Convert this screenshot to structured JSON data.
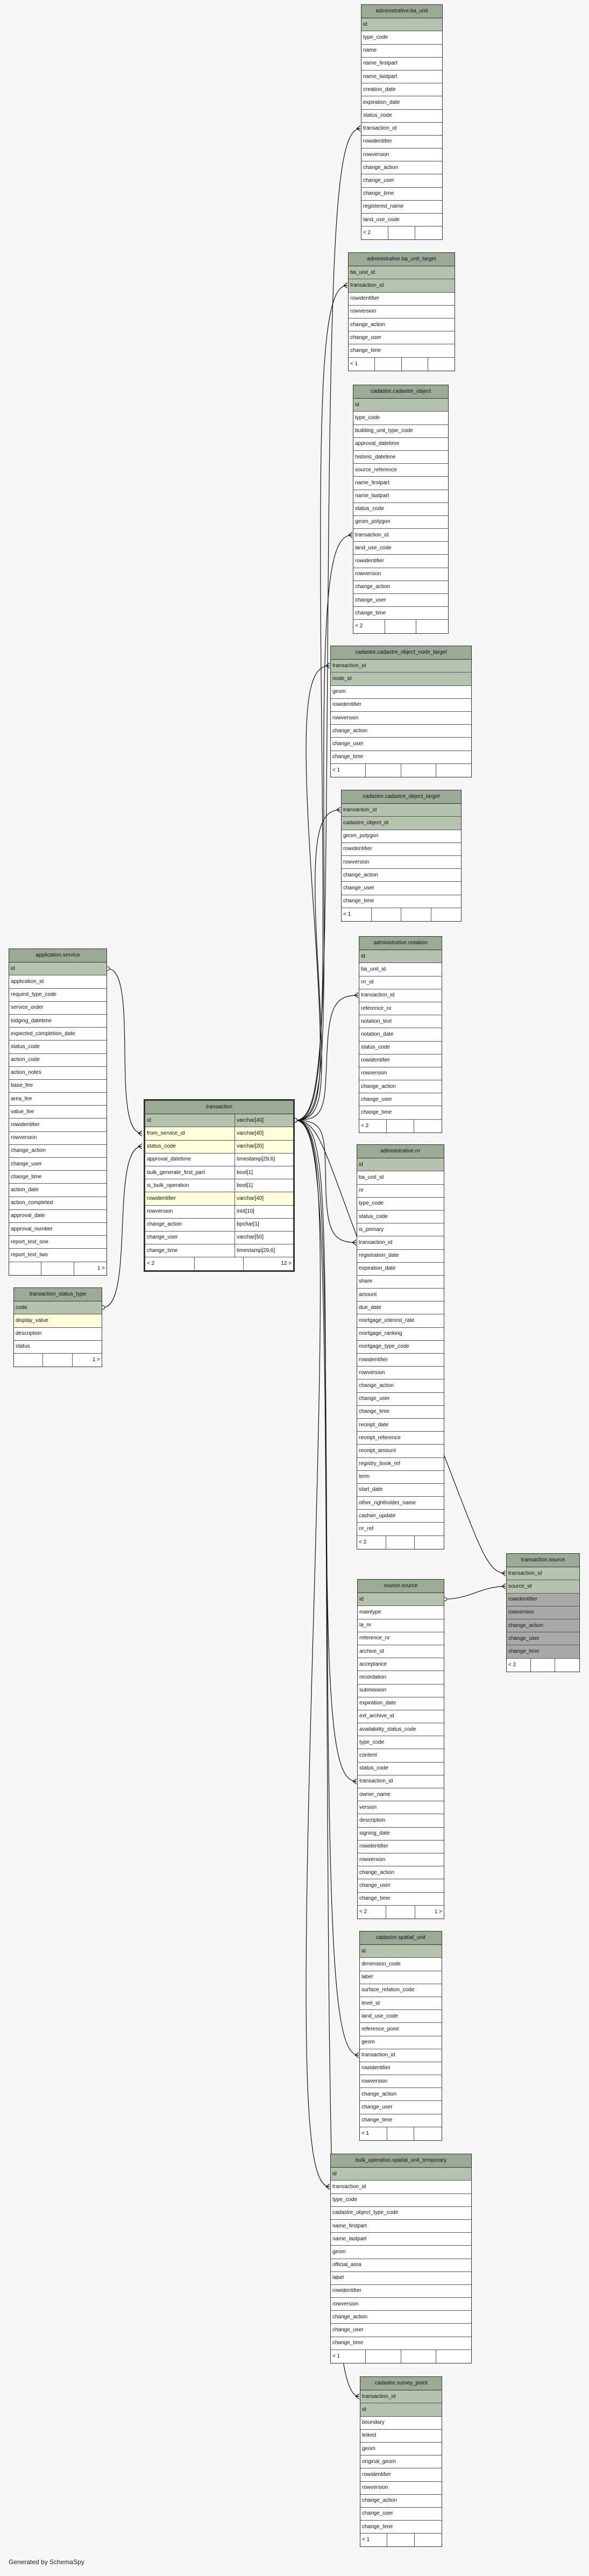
{
  "credit": "Generated by SchemaSpy",
  "colors": {
    "header": "#9aaa94",
    "pk": "#b5c3ae",
    "fk": "#ffffdc",
    "dark": "#a9a9a9"
  },
  "tables": {
    "transaction": {
      "name": "transaction",
      "columns": [
        {
          "name": "id",
          "type": "varchar[40]",
          "kind": "pk"
        },
        {
          "name": "from_service_id",
          "type": "varchar[40]",
          "kind": "fk"
        },
        {
          "name": "status_code",
          "type": "varchar[20]",
          "kind": "fk"
        },
        {
          "name": "approval_datetime",
          "type": "timestamp[29,6]",
          "kind": ""
        },
        {
          "name": "bulk_generate_first_part",
          "type": "bool[1]",
          "kind": ""
        },
        {
          "name": "is_bulk_operation",
          "type": "bool[1]",
          "kind": ""
        },
        {
          "name": "rowidentifier",
          "type": "varchar[40]",
          "kind": "fk"
        },
        {
          "name": "rowversion",
          "type": "int4[10]",
          "kind": ""
        },
        {
          "name": "change_action",
          "type": "bpchar[1]",
          "kind": ""
        },
        {
          "name": "change_user",
          "type": "varchar[50]",
          "kind": ""
        },
        {
          "name": "change_time",
          "type": "timestamp[29,6]",
          "kind": ""
        }
      ],
      "footer": [
        "< 2",
        "",
        "12 >"
      ]
    },
    "application_service": {
      "name": "application.service",
      "columns": [
        {
          "name": "id",
          "kind": "pk"
        },
        {
          "name": "application_id",
          "kind": ""
        },
        {
          "name": "request_type_code",
          "kind": ""
        },
        {
          "name": "service_order",
          "kind": ""
        },
        {
          "name": "lodging_datetime",
          "kind": ""
        },
        {
          "name": "expected_completion_date",
          "kind": ""
        },
        {
          "name": "status_code",
          "kind": ""
        },
        {
          "name": "action_code",
          "kind": ""
        },
        {
          "name": "action_notes",
          "kind": ""
        },
        {
          "name": "base_fee",
          "kind": ""
        },
        {
          "name": "area_fee",
          "kind": ""
        },
        {
          "name": "value_fee",
          "kind": ""
        },
        {
          "name": "rowidentifier",
          "kind": ""
        },
        {
          "name": "rowversion",
          "kind": ""
        },
        {
          "name": "change_action",
          "kind": ""
        },
        {
          "name": "change_user",
          "kind": ""
        },
        {
          "name": "change_time",
          "kind": ""
        },
        {
          "name": "action_date",
          "kind": ""
        },
        {
          "name": "action_completed",
          "kind": ""
        },
        {
          "name": "approval_date",
          "kind": ""
        },
        {
          "name": "approval_number",
          "kind": ""
        },
        {
          "name": "report_text_one",
          "kind": ""
        },
        {
          "name": "report_text_two",
          "kind": ""
        }
      ],
      "footer": [
        "",
        "",
        "1 >"
      ]
    },
    "transaction_status_type": {
      "name": "transaction_status_type",
      "columns": [
        {
          "name": "code",
          "kind": "pk"
        },
        {
          "name": "display_value",
          "kind": "fk"
        },
        {
          "name": "description",
          "kind": ""
        },
        {
          "name": "status",
          "kind": ""
        }
      ],
      "footer": [
        "",
        "",
        "1 >"
      ]
    },
    "administrative_ba_unit": {
      "name": "administrative.ba_unit",
      "columns": [
        {
          "name": "id",
          "kind": "pk"
        },
        {
          "name": "type_code",
          "kind": ""
        },
        {
          "name": "name",
          "kind": ""
        },
        {
          "name": "name_firstpart",
          "kind": ""
        },
        {
          "name": "name_lastpart",
          "kind": ""
        },
        {
          "name": "creation_date",
          "kind": ""
        },
        {
          "name": "expiration_date",
          "kind": ""
        },
        {
          "name": "status_code",
          "kind": ""
        },
        {
          "name": "transaction_id",
          "kind": ""
        },
        {
          "name": "rowidentifier",
          "kind": ""
        },
        {
          "name": "rowversion",
          "kind": ""
        },
        {
          "name": "change_action",
          "kind": ""
        },
        {
          "name": "change_user",
          "kind": ""
        },
        {
          "name": "change_time",
          "kind": ""
        },
        {
          "name": "registered_name",
          "kind": ""
        },
        {
          "name": "land_use_code",
          "kind": ""
        }
      ],
      "footer": [
        "< 2",
        "",
        ""
      ]
    },
    "administrative_ba_unit_target": {
      "name": "administrative.ba_unit_target",
      "columns": [
        {
          "name": "ba_unit_id",
          "kind": "pk"
        },
        {
          "name": "transaction_id",
          "kind": "pk"
        },
        {
          "name": "rowidentifier",
          "kind": ""
        },
        {
          "name": "rowversion",
          "kind": ""
        },
        {
          "name": "change_action",
          "kind": ""
        },
        {
          "name": "change_user",
          "kind": ""
        },
        {
          "name": "change_time",
          "kind": ""
        }
      ],
      "footer": [
        "< 1",
        "",
        "",
        ""
      ]
    },
    "cadastre_cadastre_object": {
      "name": "cadastre.cadastre_object",
      "columns": [
        {
          "name": "id",
          "kind": "pk"
        },
        {
          "name": "type_code",
          "kind": ""
        },
        {
          "name": "building_unit_type_code",
          "kind": ""
        },
        {
          "name": "approval_datetime",
          "kind": ""
        },
        {
          "name": "historic_datetime",
          "kind": ""
        },
        {
          "name": "source_reference",
          "kind": ""
        },
        {
          "name": "name_firstpart",
          "kind": ""
        },
        {
          "name": "name_lastpart",
          "kind": ""
        },
        {
          "name": "status_code",
          "kind": ""
        },
        {
          "name": "geom_polygon",
          "kind": ""
        },
        {
          "name": "transaction_id",
          "kind": ""
        },
        {
          "name": "land_use_code",
          "kind": ""
        },
        {
          "name": "rowidentifier",
          "kind": ""
        },
        {
          "name": "rowversion",
          "kind": ""
        },
        {
          "name": "change_action",
          "kind": ""
        },
        {
          "name": "change_user",
          "kind": ""
        },
        {
          "name": "change_time",
          "kind": ""
        }
      ],
      "footer": [
        "< 2",
        "",
        ""
      ]
    },
    "cadastre_cadastre_object_node_target": {
      "name": "cadastre.cadastre_object_node_target",
      "columns": [
        {
          "name": "transaction_id",
          "kind": "pk"
        },
        {
          "name": "node_id",
          "kind": "pk"
        },
        {
          "name": "geom",
          "kind": ""
        },
        {
          "name": "rowidentifier",
          "kind": ""
        },
        {
          "name": "rowversion",
          "kind": ""
        },
        {
          "name": "change_action",
          "kind": ""
        },
        {
          "name": "change_user",
          "kind": ""
        },
        {
          "name": "change_time",
          "kind": ""
        }
      ],
      "footer": [
        "< 1",
        "",
        "",
        ""
      ]
    },
    "cadastre_cadastre_object_target": {
      "name": "cadastre.cadastre_object_target",
      "columns": [
        {
          "name": "transaction_id",
          "kind": "pk"
        },
        {
          "name": "cadastre_object_id",
          "kind": "pk"
        },
        {
          "name": "geom_polygon",
          "kind": ""
        },
        {
          "name": "rowidentifier",
          "kind": ""
        },
        {
          "name": "rowversion",
          "kind": ""
        },
        {
          "name": "change_action",
          "kind": ""
        },
        {
          "name": "change_user",
          "kind": ""
        },
        {
          "name": "change_time",
          "kind": ""
        }
      ],
      "footer": [
        "< 1",
        "",
        "",
        ""
      ]
    },
    "administrative_notation": {
      "name": "administrative.notation",
      "columns": [
        {
          "name": "id",
          "kind": "pk"
        },
        {
          "name": "ba_unit_id",
          "kind": ""
        },
        {
          "name": "rrr_id",
          "kind": ""
        },
        {
          "name": "transaction_id",
          "kind": ""
        },
        {
          "name": "reference_nr",
          "kind": ""
        },
        {
          "name": "notation_text",
          "kind": ""
        },
        {
          "name": "notation_date",
          "kind": ""
        },
        {
          "name": "status_code",
          "kind": ""
        },
        {
          "name": "rowidentifier",
          "kind": ""
        },
        {
          "name": "rowversion",
          "kind": ""
        },
        {
          "name": "change_action",
          "kind": ""
        },
        {
          "name": "change_user",
          "kind": ""
        },
        {
          "name": "change_time",
          "kind": ""
        }
      ],
      "footer": [
        "< 2",
        "",
        ""
      ]
    },
    "administrative_rrr": {
      "name": "administrative.rrr",
      "columns": [
        {
          "name": "id",
          "kind": "pk"
        },
        {
          "name": "ba_unit_id",
          "kind": ""
        },
        {
          "name": "nr",
          "kind": ""
        },
        {
          "name": "type_code",
          "kind": ""
        },
        {
          "name": "status_code",
          "kind": ""
        },
        {
          "name": "is_primary",
          "kind": ""
        },
        {
          "name": "transaction_id",
          "kind": ""
        },
        {
          "name": "registration_date",
          "kind": ""
        },
        {
          "name": "expiration_date",
          "kind": ""
        },
        {
          "name": "share",
          "kind": ""
        },
        {
          "name": "amount",
          "kind": ""
        },
        {
          "name": "due_date",
          "kind": ""
        },
        {
          "name": "mortgage_interest_rate",
          "kind": ""
        },
        {
          "name": "mortgage_ranking",
          "kind": ""
        },
        {
          "name": "mortgage_type_code",
          "kind": ""
        },
        {
          "name": "rowidentifier",
          "kind": ""
        },
        {
          "name": "rowversion",
          "kind": ""
        },
        {
          "name": "change_action",
          "kind": ""
        },
        {
          "name": "change_user",
          "kind": ""
        },
        {
          "name": "change_time",
          "kind": ""
        },
        {
          "name": "receipt_date",
          "kind": ""
        },
        {
          "name": "receipt_reference",
          "kind": ""
        },
        {
          "name": "receipt_amount",
          "kind": ""
        },
        {
          "name": "registry_book_ref",
          "kind": ""
        },
        {
          "name": "term",
          "kind": ""
        },
        {
          "name": "start_date",
          "kind": ""
        },
        {
          "name": "other_rightholder_name",
          "kind": ""
        },
        {
          "name": "cashier_update",
          "kind": ""
        },
        {
          "name": "rrr_ref",
          "kind": ""
        }
      ],
      "footer": [
        "< 2",
        "",
        ""
      ]
    },
    "transaction_source": {
      "name": "transaction.source",
      "columns": [
        {
          "name": "transaction_id",
          "kind": "pk"
        },
        {
          "name": "source_id",
          "kind": "pk"
        },
        {
          "name": "rowidentifier",
          "kind": "dark"
        },
        {
          "name": "rowversion",
          "kind": "dark"
        },
        {
          "name": "change_action",
          "kind": "dark"
        },
        {
          "name": "change_user",
          "kind": "dark"
        },
        {
          "name": "change_time",
          "kind": "dark"
        }
      ],
      "footer": [
        "< 2",
        "",
        ""
      ]
    },
    "source_source": {
      "name": "source.source",
      "columns": [
        {
          "name": "id",
          "kind": "pk"
        },
        {
          "name": "maintype",
          "kind": ""
        },
        {
          "name": "la_nr",
          "kind": ""
        },
        {
          "name": "reference_nr",
          "kind": ""
        },
        {
          "name": "archive_id",
          "kind": ""
        },
        {
          "name": "acceptance",
          "kind": ""
        },
        {
          "name": "recordation",
          "kind": ""
        },
        {
          "name": "submission",
          "kind": ""
        },
        {
          "name": "expiration_date",
          "kind": ""
        },
        {
          "name": "ext_archive_id",
          "kind": ""
        },
        {
          "name": "availability_status_code",
          "kind": ""
        },
        {
          "name": "type_code",
          "kind": ""
        },
        {
          "name": "content",
          "kind": ""
        },
        {
          "name": "status_code",
          "kind": ""
        },
        {
          "name": "transaction_id",
          "kind": ""
        },
        {
          "name": "owner_name",
          "kind": ""
        },
        {
          "name": "version",
          "kind": ""
        },
        {
          "name": "description",
          "kind": ""
        },
        {
          "name": "signing_date",
          "kind": ""
        },
        {
          "name": "rowidentifier",
          "kind": ""
        },
        {
          "name": "rowversion",
          "kind": ""
        },
        {
          "name": "change_action",
          "kind": ""
        },
        {
          "name": "change_user",
          "kind": ""
        },
        {
          "name": "change_time",
          "kind": ""
        }
      ],
      "footer": [
        "< 2",
        "",
        "1 >"
      ]
    },
    "cadastre_spatial_unit": {
      "name": "cadastre.spatial_unit",
      "columns": [
        {
          "name": "id",
          "kind": "pk"
        },
        {
          "name": "dimension_code",
          "kind": ""
        },
        {
          "name": "label",
          "kind": ""
        },
        {
          "name": "surface_relation_code",
          "kind": ""
        },
        {
          "name": "level_id",
          "kind": ""
        },
        {
          "name": "land_use_code",
          "kind": ""
        },
        {
          "name": "reference_point",
          "kind": ""
        },
        {
          "name": "geom",
          "kind": ""
        },
        {
          "name": "transaction_id",
          "kind": ""
        },
        {
          "name": "rowidentifier",
          "kind": ""
        },
        {
          "name": "rowversion",
          "kind": ""
        },
        {
          "name": "change_action",
          "kind": ""
        },
        {
          "name": "change_user",
          "kind": ""
        },
        {
          "name": "change_time",
          "kind": ""
        }
      ],
      "footer": [
        "< 1",
        "",
        ""
      ]
    },
    "bulk_operation_spatial_unit_temporary": {
      "name": "bulk_operation.spatial_unit_temporary",
      "columns": [
        {
          "name": "id",
          "kind": "pk"
        },
        {
          "name": "transaction_id",
          "kind": ""
        },
        {
          "name": "type_code",
          "kind": ""
        },
        {
          "name": "cadastre_object_type_code",
          "kind": ""
        },
        {
          "name": "name_firstpart",
          "kind": ""
        },
        {
          "name": "name_lastpart",
          "kind": ""
        },
        {
          "name": "geom",
          "kind": ""
        },
        {
          "name": "official_area",
          "kind": ""
        },
        {
          "name": "label",
          "kind": ""
        },
        {
          "name": "rowidentifier",
          "kind": ""
        },
        {
          "name": "rowversion",
          "kind": ""
        },
        {
          "name": "change_action",
          "kind": ""
        },
        {
          "name": "change_user",
          "kind": ""
        },
        {
          "name": "change_time",
          "kind": ""
        }
      ],
      "footer": [
        "< 1",
        "",
        "",
        ""
      ]
    },
    "cadastre_survey_point": {
      "name": "cadastre.survey_point",
      "columns": [
        {
          "name": "transaction_id",
          "kind": "pk"
        },
        {
          "name": "id",
          "kind": "pk"
        },
        {
          "name": "boundary",
          "kind": ""
        },
        {
          "name": "linked",
          "kind": ""
        },
        {
          "name": "geom",
          "kind": ""
        },
        {
          "name": "original_geom",
          "kind": ""
        },
        {
          "name": "rowidentifier",
          "kind": ""
        },
        {
          "name": "rowversion",
          "kind": ""
        },
        {
          "name": "change_action",
          "kind": ""
        },
        {
          "name": "change_user",
          "kind": ""
        },
        {
          "name": "change_time",
          "kind": ""
        }
      ],
      "footer": [
        "< 1",
        "",
        ""
      ]
    }
  }
}
